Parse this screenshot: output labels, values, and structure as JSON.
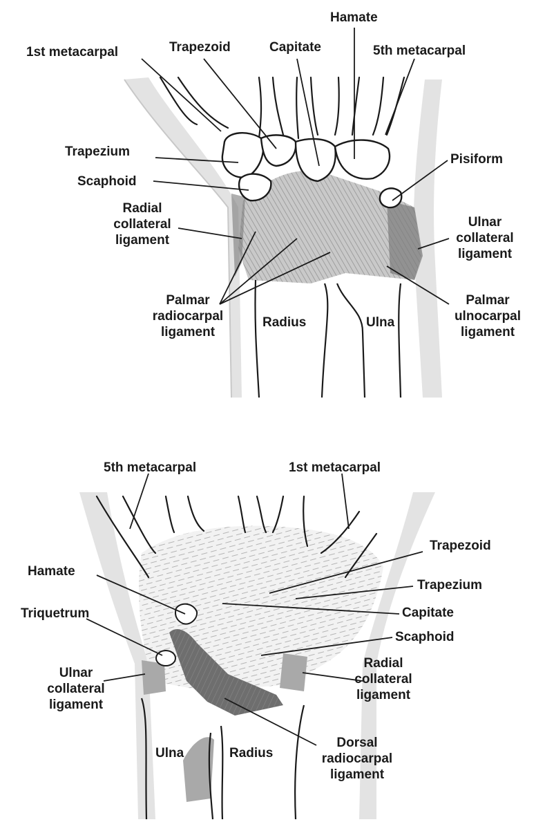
{
  "palmar_view": {
    "labels": {
      "first_metacarpal": "1st metacarpal",
      "trapezoid": "Trapezoid",
      "capitate": "Capitate",
      "hamate": "Hamate",
      "fifth_metacarpal": "5th metacarpal",
      "trapezium": "Trapezium",
      "pisiform": "Pisiform",
      "scaphoid": "Scaphoid",
      "radial_collateral_ligament": [
        "Radial",
        "collateral",
        "ligament"
      ],
      "ulnar_collateral_ligament": [
        "Ulnar",
        "collateral",
        "ligament"
      ],
      "palmar_radiocarpal_ligament": [
        "Palmar",
        "radiocarpal",
        "ligament"
      ],
      "radius": "Radius",
      "ulna": "Ulna",
      "palmar_ulnocarpal_ligament": [
        "Palmar",
        "ulnocarpal",
        "ligament"
      ]
    }
  },
  "dorsal_view": {
    "labels": {
      "fifth_metacarpal": "5th metacarpal",
      "first_metacarpal": "1st metacarpal",
      "trapezoid": "Trapezoid",
      "hamate": "Hamate",
      "trapezium": "Trapezium",
      "capitate": "Capitate",
      "triquetrum": "Triquetrum",
      "scaphoid": "Scaphoid",
      "ulnar_collateral_ligament": [
        "Ulnar",
        "collateral",
        "ligament"
      ],
      "radial_collateral_ligament": [
        "Radial",
        "collateral",
        "ligament"
      ],
      "dorsal_radiocarpal_ligament": [
        "Dorsal",
        "radiocarpal",
        "ligament"
      ],
      "ulna": "Ulna",
      "radius": "Radius"
    }
  },
  "colors": {
    "line": "#1a1a1a",
    "ligament_dark": "#6e6e6e",
    "ligament_mid": "#a9a9a9",
    "soft_tissue": "#e3e3e3"
  }
}
